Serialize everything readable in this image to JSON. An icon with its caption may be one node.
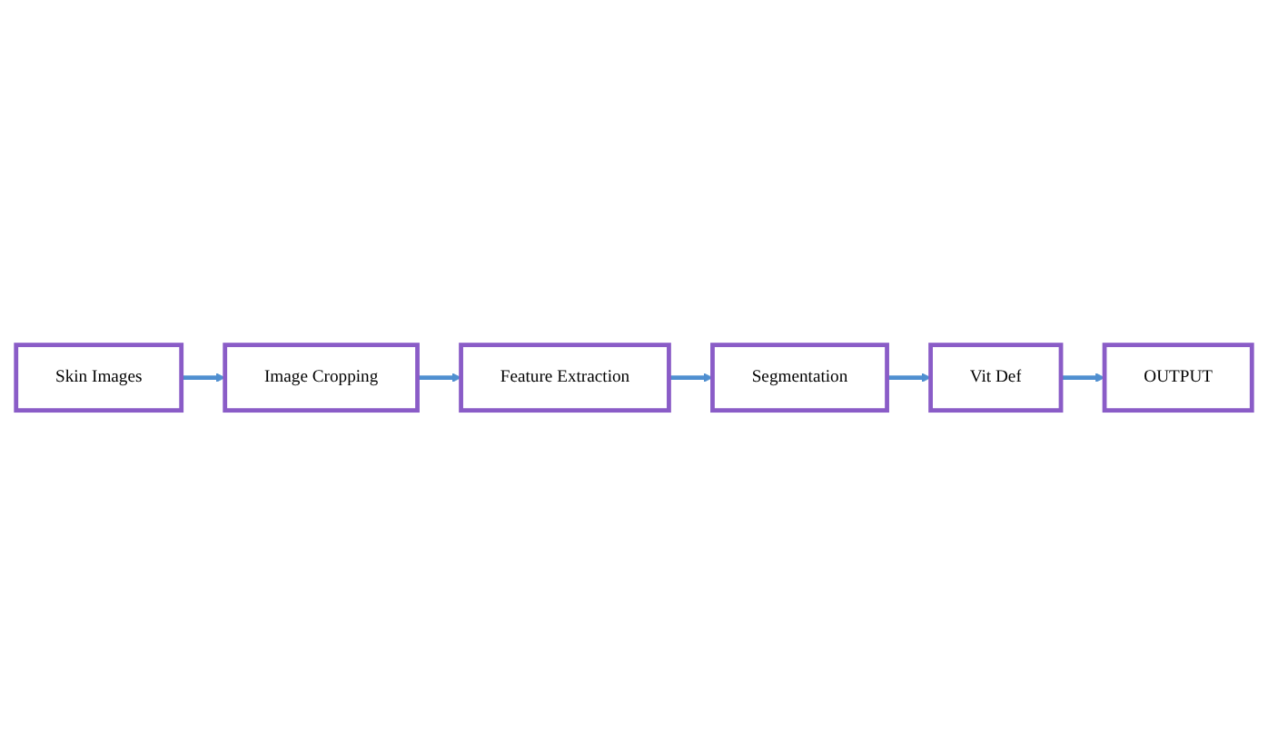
{
  "diagram": {
    "nodes": [
      {
        "text": [
          "Skin Images"
        ]
      },
      {
        "text": [
          "Image Cropping"
        ]
      },
      {
        "text": [
          "Feature Extraction"
        ]
      },
      {
        "text": [
          "Segmentation"
        ]
      },
      {
        "text": [
          "Vit Def"
        ]
      },
      {
        "text": [
          "OUTPUT"
        ]
      }
    ],
    "edges": [
      {
        "from": 0,
        "to": 1,
        "arrow": "to"
      },
      {
        "from": 1,
        "to": 2,
        "arrow": "to"
      },
      {
        "from": 2,
        "to": 3,
        "arrow": "to"
      },
      {
        "from": 3,
        "to": 4,
        "arrow": "to"
      },
      {
        "from": 4,
        "to": 5,
        "arrow": "to"
      }
    ]
  }
}
